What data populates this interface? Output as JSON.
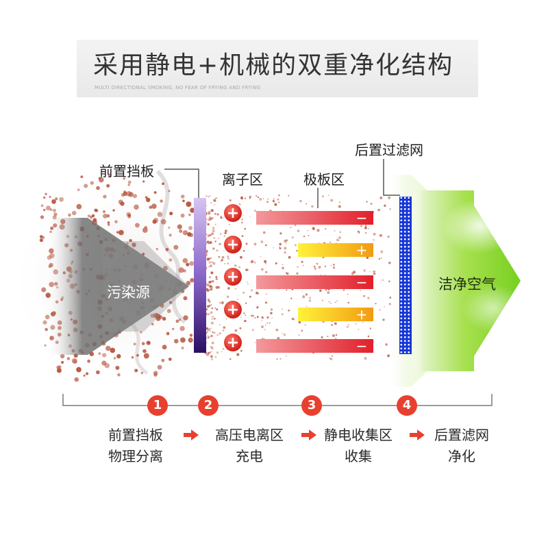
{
  "title": "采用静电+机械的双重净化结构",
  "subtitle": "MULTI DIRECTIONAL SMOKING, NO FEAR OF FRYING AND FRYING",
  "labels": {
    "front_baffle": "前置挡板",
    "ion_zone": "离子区",
    "plate_zone": "极板区",
    "rear_filter": "后置过滤网",
    "pollution_source": "污染源",
    "clean_air": "洁净空气"
  },
  "ion_symbol": "+",
  "plates": [
    {
      "sign": "−",
      "color_from": "#f2999b",
      "color_to": "#e2202b"
    },
    {
      "sign": "+",
      "color_from": "#fff23a",
      "color_to": "#f39a12"
    },
    {
      "sign": "−",
      "color_from": "#f2999b",
      "color_to": "#e2202b"
    },
    {
      "sign": "+",
      "color_from": "#fff23a",
      "color_to": "#f39a12"
    },
    {
      "sign": "−",
      "color_from": "#f2999b",
      "color_to": "#e2202b"
    }
  ],
  "steps": [
    {
      "number": "1",
      "line1": "前置挡板",
      "line2": "物理分离"
    },
    {
      "number": "2",
      "line1": "高压电离区",
      "line2": "充电"
    },
    {
      "number": "3",
      "line1": "静电收集区",
      "line2": "收集"
    },
    {
      "number": "4",
      "line1": "后置滤网",
      "line2": "净化"
    }
  ],
  "colors": {
    "accent_red": "#e8402f",
    "particle": "#b5523a",
    "baffle": "#8a66c9",
    "filter": "#1737d6",
    "clean_air": "#8fd93a"
  }
}
